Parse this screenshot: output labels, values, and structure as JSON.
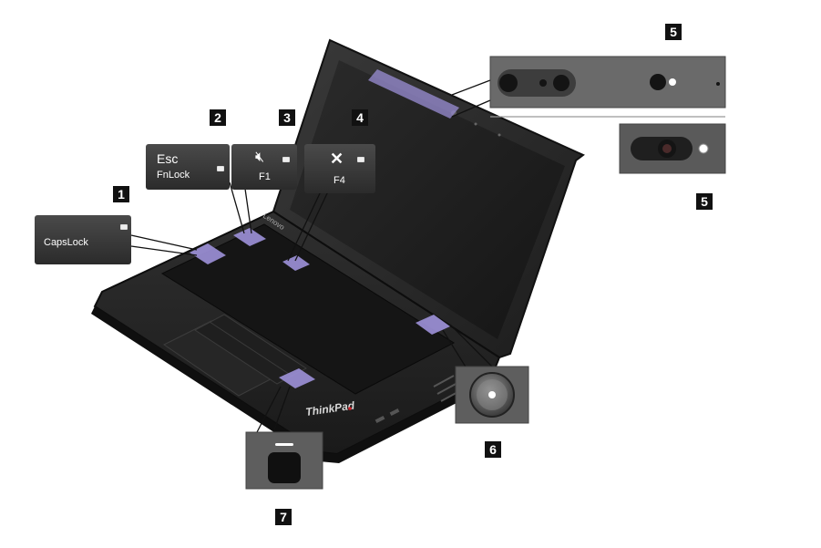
{
  "callouts": [
    "1",
    "2",
    "3",
    "4",
    "5",
    "5",
    "6",
    "7"
  ],
  "keys": {
    "capslock": "CapsLock",
    "esc": "Esc",
    "fnlock": "FnLock",
    "f1": "F1",
    "f4": "F4"
  },
  "brand": {
    "logo": "ThinkPad",
    "bezel": "Lenovo"
  },
  "colors": {
    "highlight": "#9b8fd6",
    "trackpoint": "#d0232b",
    "callout_bg": "#111111"
  }
}
